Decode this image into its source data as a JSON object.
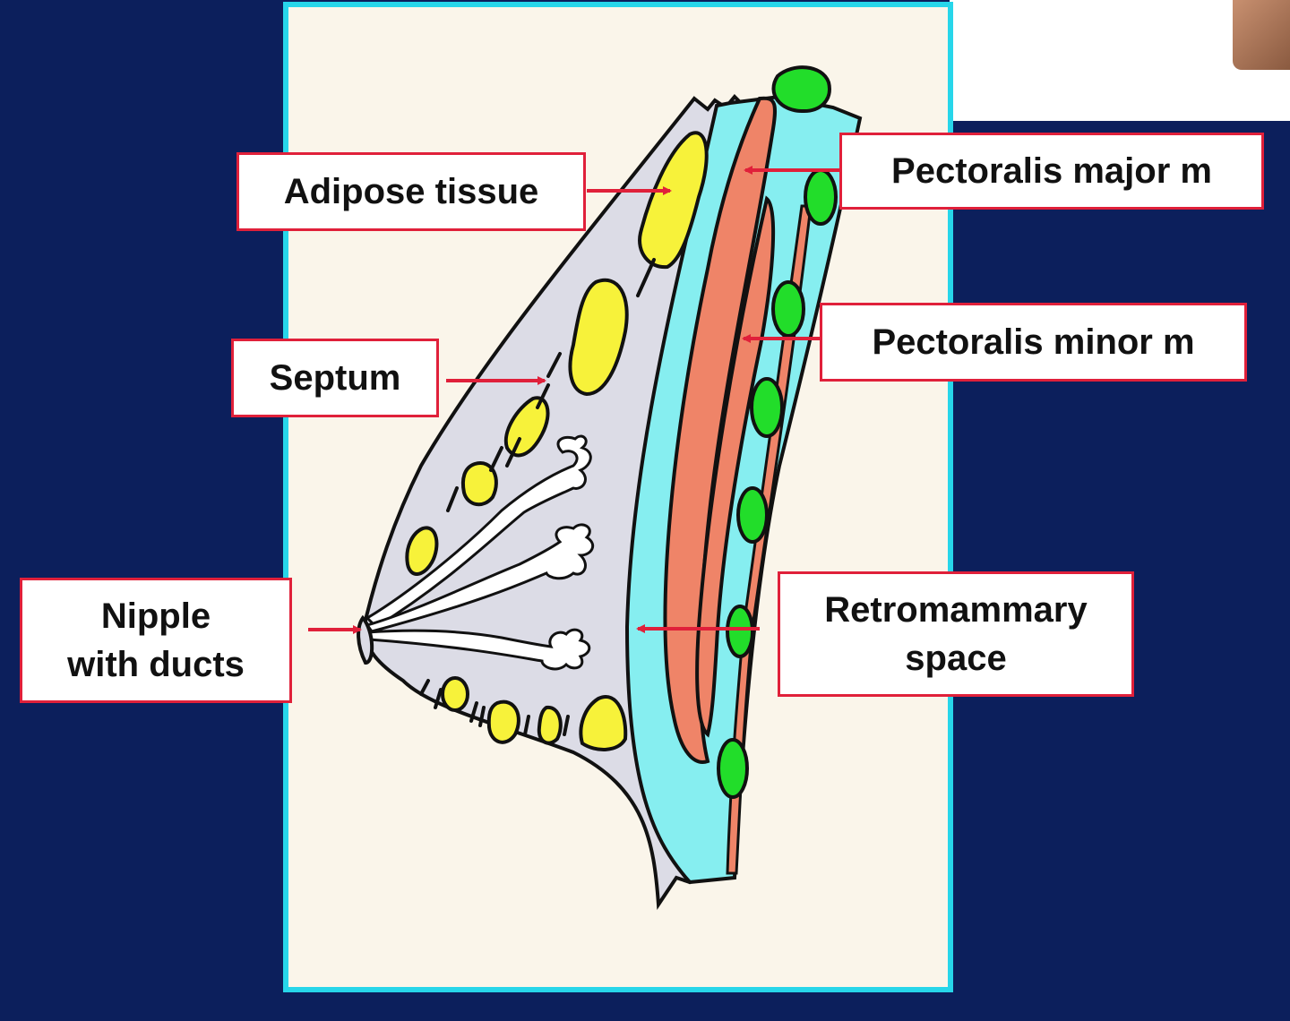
{
  "labels": {
    "adipose": "Adipose tissue",
    "septum": "Septum",
    "nipple": "Nipple\nwith ducts",
    "pec_major": "Pectoralis major m",
    "pec_minor": "Pectoralis minor m",
    "retromammary": "Retromammary\nspace"
  },
  "colors": {
    "background": "#0c1f5c",
    "panel": "#faf5ea",
    "panel_border": "#27d6ea",
    "gland": "#dcdce6",
    "fat": "#f7f23a",
    "fascia": "#86eef0",
    "muscle": "#ef8468",
    "lymph_node": "#22dd2a",
    "arrow": "#e0203a"
  }
}
